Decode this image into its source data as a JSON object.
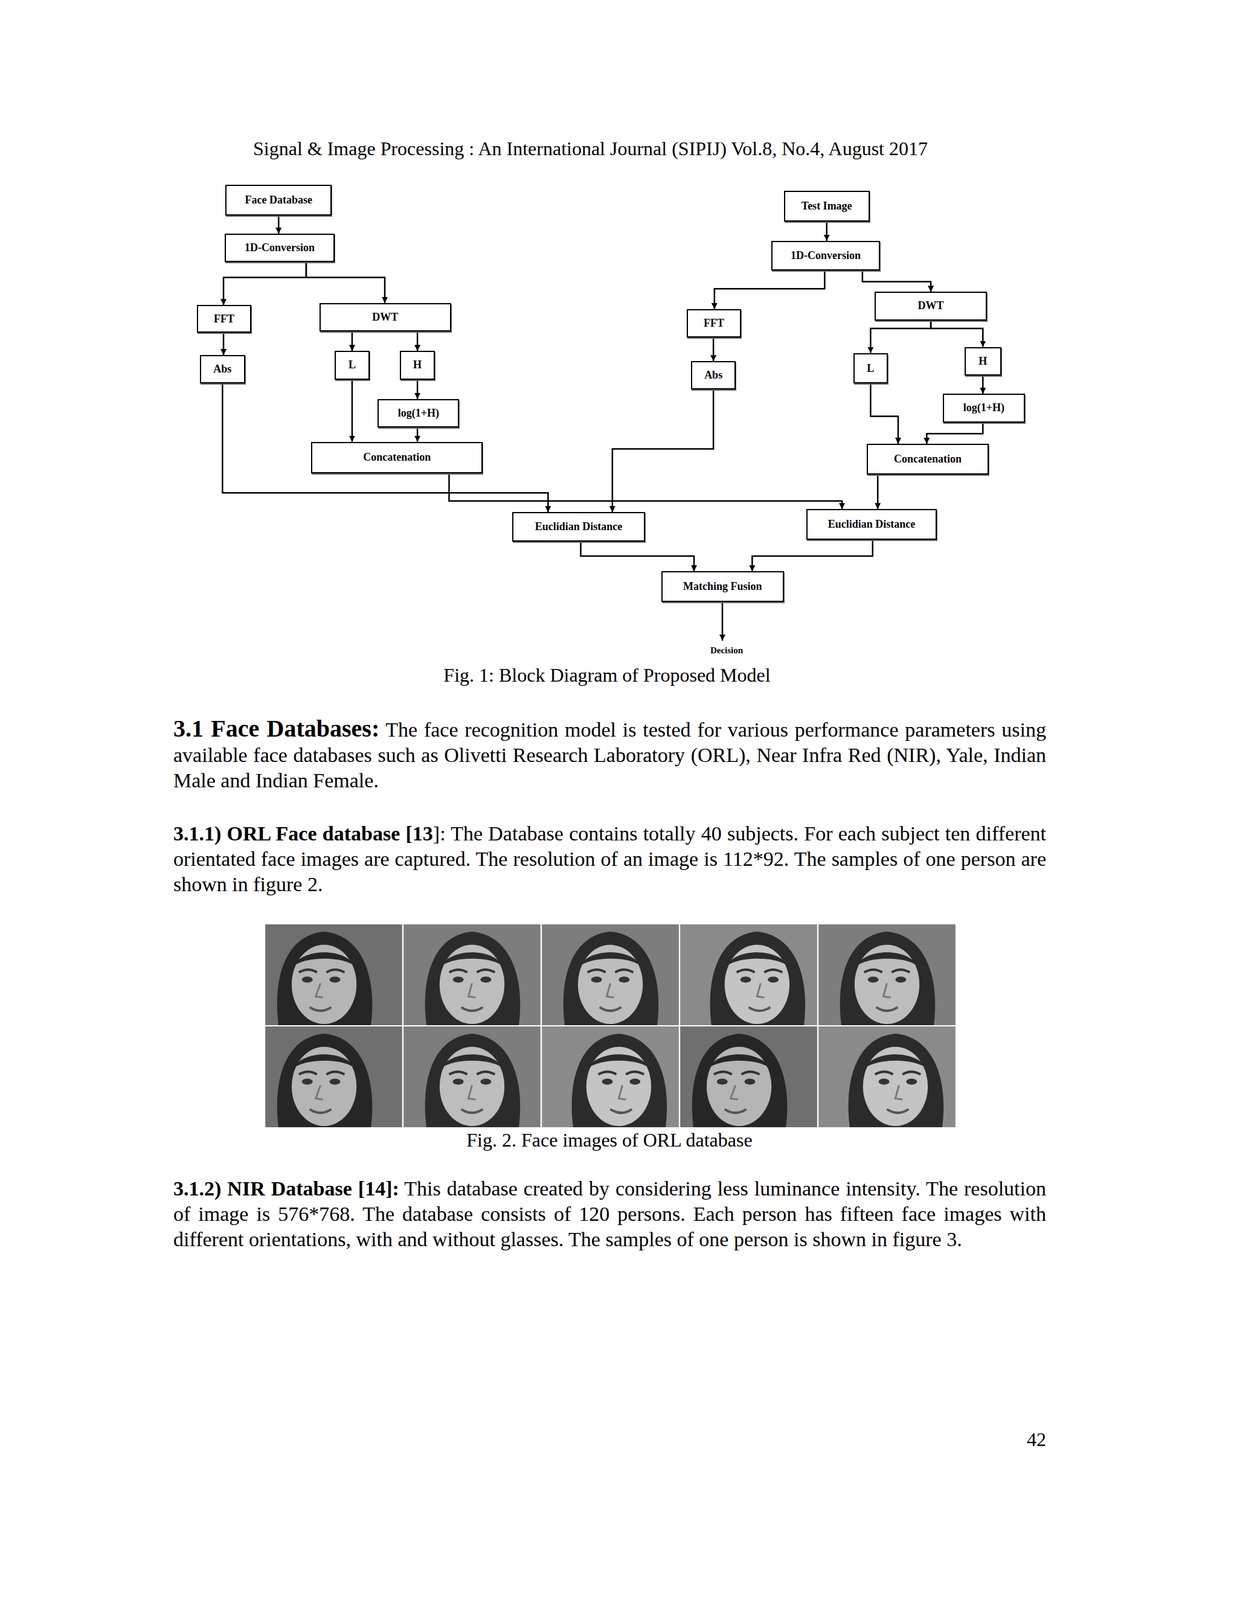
{
  "diagram": {
    "caption": "Fig. 1: Block Diagram of Proposed Model",
    "nodes": [
      {
        "text": [
          "Face Database"
        ]
      },
      {
        "text": [
          "Test Image"
        ]
      },
      {
        "text": [
          "1D-Conversion"
        ]
      },
      {
        "text": [
          "1D-Conversion"
        ]
      },
      {
        "text": [
          "FFT"
        ]
      },
      {
        "text": [
          "DWT"
        ]
      },
      {
        "text": [
          "FFT"
        ]
      },
      {
        "text": [
          "DWT"
        ]
      },
      {
        "text": [
          "Abs"
        ]
      },
      {
        "text": [
          "L"
        ]
      },
      {
        "text": [
          "H"
        ]
      },
      {
        "text": [
          "Abs"
        ]
      },
      {
        "text": [
          "L"
        ]
      },
      {
        "text": [
          "H"
        ]
      },
      {
        "text": [
          "log(1+H)"
        ]
      },
      {
        "text": [
          "log(1+H)"
        ]
      },
      {
        "text": [
          "Concatenation"
        ]
      },
      {
        "text": [
          "Concatenation"
        ]
      },
      {
        "text": [
          "Euclidian Distance"
        ]
      },
      {
        "text": [
          "Euclidian Distance"
        ]
      },
      {
        "text": [
          "Matching Fusion"
        ]
      }
    ],
    "edges": [
      {
        "from": 0,
        "to": 2,
        "arrow": "to"
      },
      {
        "from": 2,
        "to": 4,
        "arrow": "to"
      },
      {
        "from": 2,
        "to": 5,
        "arrow": "to"
      },
      {
        "from": 4,
        "to": 8,
        "arrow": "to"
      },
      {
        "from": 5,
        "to": 9,
        "arrow": "to"
      },
      {
        "from": 5,
        "to": 10,
        "arrow": "to"
      },
      {
        "from": 10,
        "to": 14,
        "arrow": "to"
      },
      {
        "from": 9,
        "to": 16,
        "arrow": "to"
      },
      {
        "from": 14,
        "to": 16,
        "arrow": "to"
      },
      {
        "from": 8,
        "to": 18,
        "arrow": "to"
      },
      {
        "from": 16,
        "to": 19,
        "arrow": "to"
      },
      {
        "from": 1,
        "to": 3,
        "arrow": "to"
      },
      {
        "from": 3,
        "to": 6,
        "arrow": "to"
      },
      {
        "from": 3,
        "to": 7,
        "arrow": "to"
      },
      {
        "from": 6,
        "to": 11,
        "arrow": "to"
      },
      {
        "from": 7,
        "to": 12,
        "arrow": "to"
      },
      {
        "from": 7,
        "to": 13,
        "arrow": "to"
      },
      {
        "from": 13,
        "to": 15,
        "arrow": "to"
      },
      {
        "from": 12,
        "to": 17,
        "arrow": "to"
      },
      {
        "from": 15,
        "to": 17,
        "arrow": "to"
      },
      {
        "from": 11,
        "to": 18,
        "arrow": "to"
      },
      {
        "from": 17,
        "to": 19,
        "arrow": "to"
      },
      {
        "from": 18,
        "to": 20,
        "arrow": "to"
      },
      {
        "from": 19,
        "to": 20,
        "arrow": "to"
      }
    ],
    "labels": [
      "Signal & Image Processing : An International Journal (SIPIJ) Vol.8, No.4, August 2017",
      "Decision",
      "3.1 Face Databases:",
      "The face recognition model is tested for various performance parameters using available face databases such as Olivetti Research Laboratory (ORL), Near Infra Red (NIR), Yale, Indian Male and Indian Female.",
      "3.1.1) ORL Face database [13",
      "]: The Database contains totally 40 subjects. For each subject ten different orientated face images are captured. The resolution of an image is 112*92. The samples of one person are shown in figure 2.",
      "Fig. 2. Face images of ORL database",
      "3.1.2) NIR Database [14]:",
      "This database created by considering less luminance intensity. The resolution of image is 576*768. The database consists of 120 persons. Each person has fifteen face images with different orientations, with and without glasses. The samples of one person is shown in figure 3.",
      "42"
    ]
  }
}
